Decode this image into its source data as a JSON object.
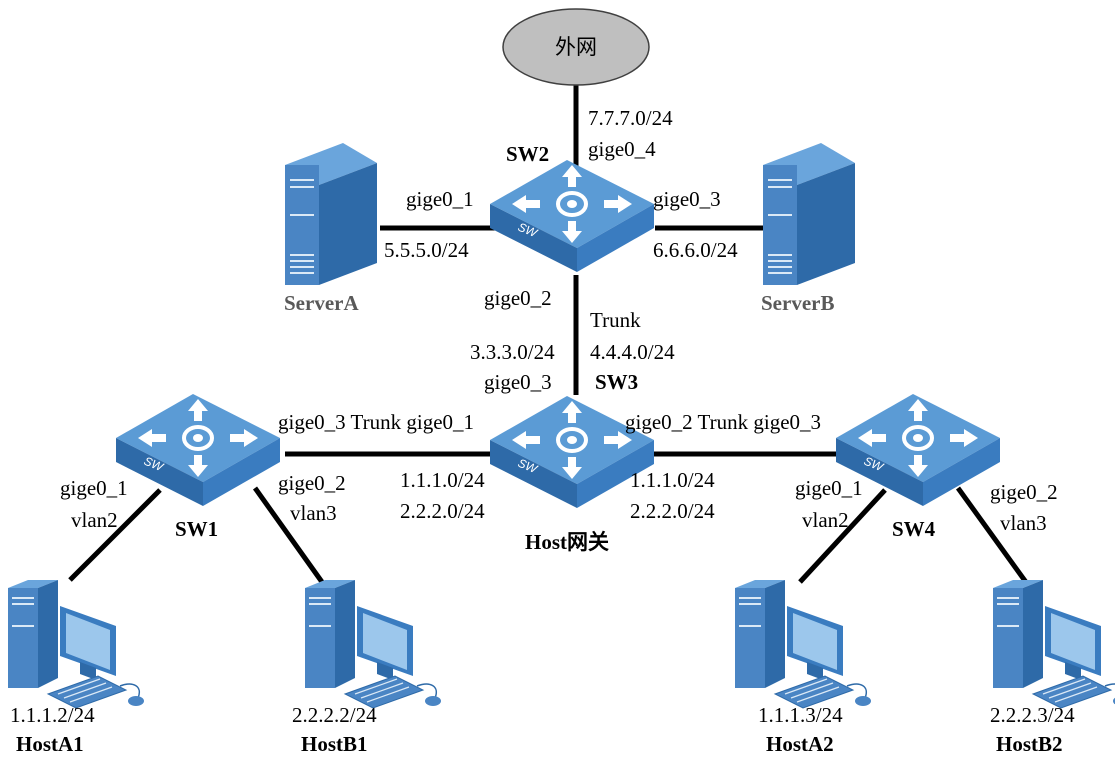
{
  "colors": {
    "switch_top": "#5b9bd5",
    "switch_side": "#2e6aa8",
    "switch_front": "#3a7cc0",
    "pc_body": "#4a85c4",
    "cloud_fill": "#bfbfbf",
    "server_label": "#595959"
  },
  "cloud": {
    "label": "外网"
  },
  "switches": {
    "sw_icon_label": "SW",
    "sw1": "SW1",
    "sw2": "SW2",
    "sw3": "SW3",
    "sw4": "SW4"
  },
  "servers": {
    "a": "ServerA",
    "b": "ServerB"
  },
  "hosts": {
    "a1": {
      "name": "HostA1",
      "ip": "1.1.1.2/24"
    },
    "b1": {
      "name": "HostB1",
      "ip": "2.2.2.2/24"
    },
    "a2": {
      "name": "HostA2",
      "ip": "1.1.1.3/24"
    },
    "b2": {
      "name": "HostB2",
      "ip": "2.2.2.3/24"
    }
  },
  "gateway": "Host网关",
  "sw2_labels": {
    "uplink_net": "7.7.7.0/24",
    "uplink_port": "gige0_4",
    "port1": "gige0_1",
    "net_a": "5.5.5.0/24",
    "port3": "gige0_3",
    "net_b": "6.6.6.0/24",
    "port2": "gige0_2"
  },
  "trunk_sw2_sw3": {
    "trunk": "Trunk",
    "net1": "3.3.3.0/24",
    "net2": "4.4.4.0/24",
    "port": "gige0_3"
  },
  "trunk_sw1_sw3": {
    "text": "gige0_3 Trunk gige0_1",
    "net1": "1.1.1.0/24",
    "net2": "2.2.2.0/24"
  },
  "trunk_sw3_sw4": {
    "text": "gige0_2 Trunk gige0_3",
    "net1": "1.1.1.0/24",
    "net2": "2.2.2.0/24"
  },
  "sw1_ports": {
    "p1": "gige0_1",
    "v1": "vlan2",
    "p2": "gige0_2",
    "v2": "vlan3"
  },
  "sw4_ports": {
    "p1": "gige0_1",
    "v1": "vlan2",
    "p2": "gige0_2",
    "v2": "vlan3"
  }
}
